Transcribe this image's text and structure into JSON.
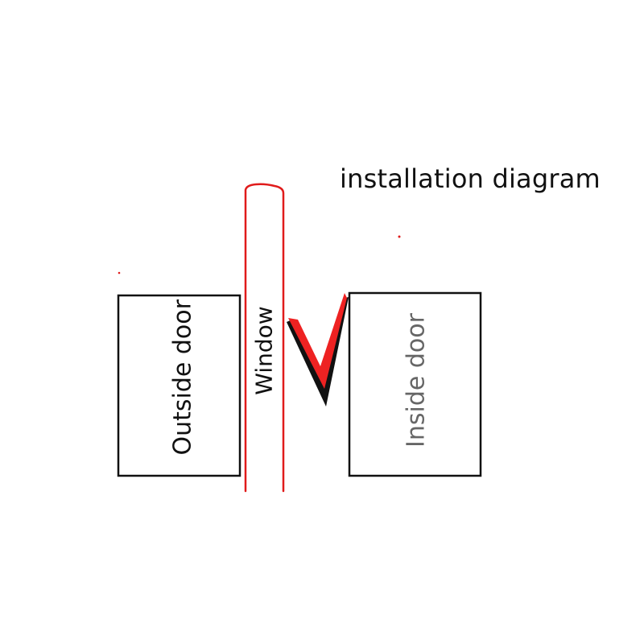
{
  "title": "installation diagram",
  "labels": {
    "outside_door": "Outside door",
    "window": "Window",
    "inside_door": "Inside door"
  },
  "colors": {
    "outline": "#111111",
    "window_outline": "#e01b1b",
    "seal_fill": "#ee2222",
    "inside_text": "#666666"
  }
}
